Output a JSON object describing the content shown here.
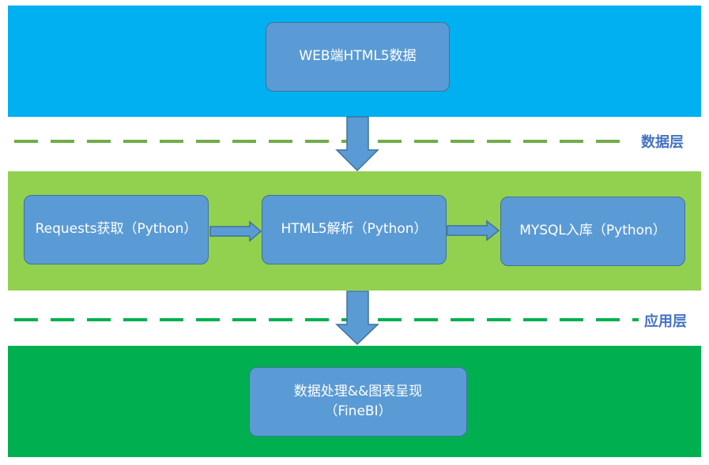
{
  "nodes": {
    "web": "WEB端HTML5数据",
    "requests": "Requests获取（Python）",
    "parse": "HTML5解析（Python）",
    "mysql": "MYSQL入库（Python）",
    "finebi_line1": "数据处理&&图表呈现",
    "finebi_line2": "（FineBI）"
  },
  "layers": {
    "data_layer": "数据层",
    "app_layer": "应用层"
  },
  "colors": {
    "top_band": "#00b0f0",
    "middle_band": "#92d050",
    "bottom_band": "#00b050",
    "node_fill": "#5b9bd5",
    "node_border": "#41719c",
    "data_divider": "#70ad47",
    "app_divider": "#00b050",
    "label_text": "#4472c4"
  }
}
